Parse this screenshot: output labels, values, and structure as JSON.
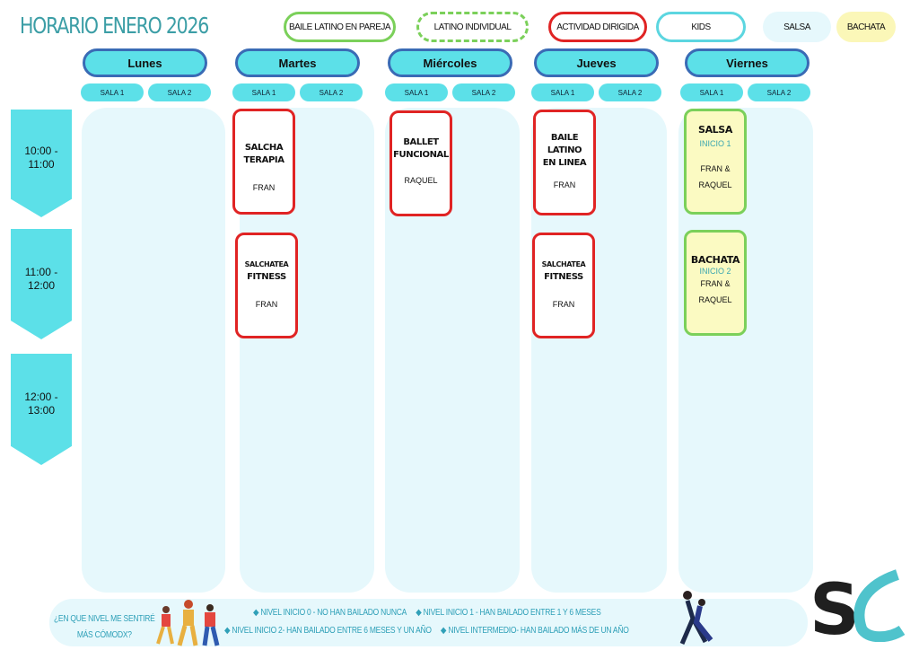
{
  "title": "HORARIO ENERO 2026",
  "legend": [
    {
      "label": "BAILE LATINO  EN PAREJA",
      "style": "solid",
      "color": "#7bd05a"
    },
    {
      "label": "LATINO INDIVIDUAL",
      "style": "dashed",
      "color": "#7bd05a"
    },
    {
      "label": "ACTIVIDAD DIRIGIDA",
      "style": "solid",
      "color": "#e02424"
    },
    {
      "label": "KIDS",
      "style": "solid",
      "color": "#5cd6e0"
    },
    {
      "label": "SALSA",
      "fill": "#e6f8fc"
    },
    {
      "label": "BACHATA",
      "fill": "#fbf7b8"
    }
  ],
  "days": [
    "Lunes",
    "Martes",
    "Miércoles",
    "Jueves",
    "Viernes"
  ],
  "rooms": [
    "SALA 1",
    "SALA 2"
  ],
  "times": [
    "10:00 - 11:00",
    "11:00 - 12:00",
    "12:00 - 13:00"
  ],
  "classes": [
    {
      "day": "Martes",
      "title": [
        "SALCHA",
        "TERAPIA"
      ],
      "instructor": "FRAN"
    },
    {
      "day": "Martes",
      "title": [
        "SALCHATEA",
        "FITNESS"
      ],
      "instructor": "FRAN"
    },
    {
      "day": "Miércoles",
      "title": [
        "BALLET",
        "FUNCIONAL"
      ],
      "instructor": "RAQUEL"
    },
    {
      "day": "Jueves",
      "title": [
        "BAILE",
        "LATINO",
        "EN LINEA"
      ],
      "instructor": "FRAN"
    },
    {
      "day": "Jueves",
      "title": [
        "SALCHATEA",
        "FITNESS"
      ],
      "instructor": "FRAN"
    },
    {
      "day": "Viernes",
      "title": [
        "SALSA"
      ],
      "level": "INICIO 1",
      "instructor": [
        "FRAN &",
        "RAQUEL"
      ]
    },
    {
      "day": "Viernes",
      "title": [
        "BACHATA"
      ],
      "level": "INICIO 2",
      "instructor": [
        "FRAN &",
        "RAQUEL"
      ]
    }
  ],
  "footer": {
    "question": [
      "¿EN QUE NIVEL ME SENTIRÉ",
      "MÁS CÓMODX?"
    ],
    "levels": [
      "NIVEL INICIO 0 - NO HAN BAILADO NUNCA",
      "NIVEL INICIO 1 - HAN BAILADO ENTRE 1 Y 6 MESES",
      "NIVEL INICIO  2- HAN BAILADO ENTRE 6 MESES Y UN AÑO",
      "NIVEL INTERMEDIO- HAN BAILADO MÁS DE UN AÑO"
    ]
  },
  "logo": "SC"
}
